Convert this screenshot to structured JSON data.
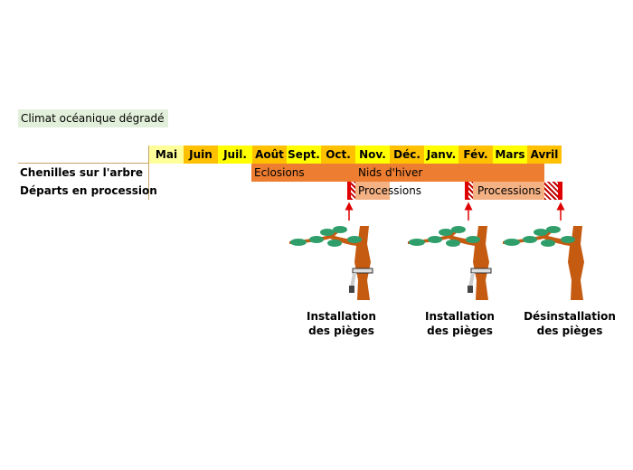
{
  "title": "Climat océanique dégradé",
  "months": [
    "Mai",
    "Juin",
    "Juil.",
    "Août",
    "Sept.",
    "Oct.",
    "Nov.",
    "Déc.",
    "Janv.",
    "Fév.",
    "Mars",
    "Avril"
  ],
  "month_colors": [
    "#ffff99",
    "#ffc000",
    "#ffff00",
    "#ffc000",
    "#ffff00",
    "#ffc000",
    "#ffff00",
    "#ffc000",
    "#ffff00",
    "#ffc000",
    "#ffff00",
    "#ffc000"
  ],
  "rows": [
    "Chenilles sur l'arbre",
    "Départs en procession"
  ],
  "bars": {
    "eclosions": "Eclosions",
    "nids": "Nids d'hiver",
    "processions1": "Processions",
    "processions2": "Processions"
  },
  "captions": [
    {
      "line1": "Installation",
      "line2": "des pièges"
    },
    {
      "line1": "Installation",
      "line2": "des pièges"
    },
    {
      "line1": "Désinstallation",
      "line2": "des pièges"
    }
  ],
  "colors": {
    "orange": "#ed7d31",
    "salmon": "#f4b183",
    "red": "#e00000"
  }
}
